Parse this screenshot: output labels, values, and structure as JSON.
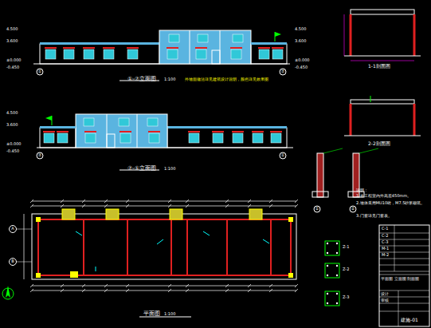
{
  "diagram": {
    "labels": [
      "①-⑦立面图",
      "1:100",
      "外墙面做法详见建筑设计说明，颜色详见效果图",
      "⑦-①立面图",
      "1:100",
      "平面图",
      "1:100",
      "1-1剖面图",
      "2-2剖面图",
      "①",
      "⑦",
      "⑦",
      "①",
      "A",
      "B",
      "4.500",
      "3.600",
      "±0.000",
      "-0.450",
      "4.500",
      "3.600",
      "±0.000",
      "-0.450",
      "4.500",
      "3.600",
      "±0.000",
      "-0.450",
      "说明：",
      "1.本工程室内外高差450mm。",
      "2.墙体采用MU10砖，M7.5砂浆砌筑。",
      "3.门窗详见门窗表。",
      "C-1",
      "C-2",
      "C-3",
      "M-1",
      "M-2",
      "Z-1",
      "Z-2",
      "Z-3",
      "①",
      "②",
      "平面图 立面图 剖面图",
      "设计",
      "审核",
      "建施-01"
    ]
  }
}
